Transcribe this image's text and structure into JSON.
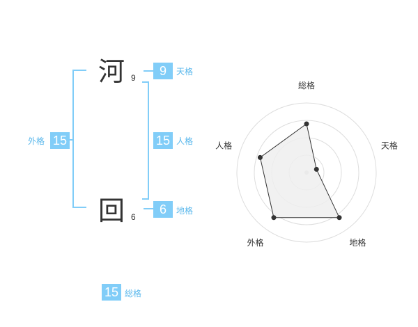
{
  "name": {
    "surname": {
      "char": "河",
      "strokes": "9"
    },
    "given": {
      "char": "回",
      "strokes": "6"
    }
  },
  "grids": {
    "tenkaku": {
      "value": "9",
      "label": "天格"
    },
    "jinkaku": {
      "value": "15",
      "label": "人格"
    },
    "chikaku": {
      "value": "6",
      "label": "地格"
    },
    "gaikaku": {
      "value": "15",
      "label": "外格"
    },
    "soukaku": {
      "value": "15",
      "label": "総格"
    }
  },
  "chart_data": {
    "type": "radar",
    "axes": [
      "総格",
      "天格",
      "地格",
      "外格",
      "人格"
    ],
    "values": [
      0.7,
      0.15,
      0.8,
      0.8,
      0.7
    ],
    "range": [
      0,
      1
    ],
    "rings": 4,
    "colors": {
      "fill": "#eeeeee",
      "stroke": "#333333",
      "ring": "#dddddd",
      "point": "#333333"
    }
  },
  "colors": {
    "accent": "#81cdf8"
  }
}
